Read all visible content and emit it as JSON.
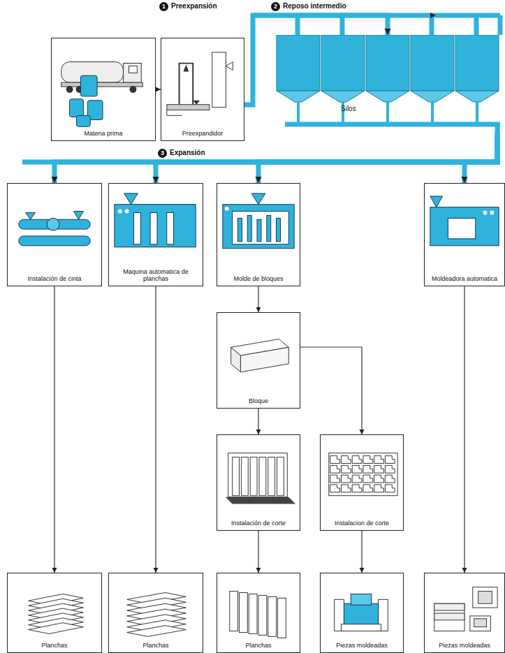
{
  "diagram": {
    "nodes": [
      {
        "text": [
          "Materia prima"
        ]
      },
      {
        "text": [
          "Preexpandidor"
        ]
      },
      {
        "text": [
          "Silos"
        ]
      },
      {
        "text": [
          "Instalación de cinta"
        ]
      },
      {
        "text": [
          "Maquina automatica de planchas"
        ]
      },
      {
        "text": [
          "Molde de bloques"
        ]
      },
      {
        "text": [
          "Moldeadora automatica"
        ]
      },
      {
        "text": [
          "Bloque"
        ]
      },
      {
        "text": [
          "Instalación de corte"
        ]
      },
      {
        "text": [
          "Instalacion de corte"
        ]
      },
      {
        "text": [
          "Planchas"
        ]
      },
      {
        "text": [
          "Planchas"
        ]
      },
      {
        "text": [
          "Planchas"
        ]
      },
      {
        "text": [
          "Piezas moldeadas"
        ]
      },
      {
        "text": [
          "Piezas moldeadas"
        ]
      }
    ],
    "edges": [
      {
        "from": 0,
        "to": 1,
        "arrow": "to"
      },
      {
        "from": 1,
        "to": 2,
        "arrow": "to"
      },
      {
        "from": 2,
        "to": 3,
        "arrow": "to"
      },
      {
        "from": 2,
        "to": 4,
        "arrow": "to"
      },
      {
        "from": 2,
        "to": 5,
        "arrow": "to"
      },
      {
        "from": 2,
        "to": 6,
        "arrow": "to"
      },
      {
        "from": 3,
        "to": 10,
        "arrow": "to"
      },
      {
        "from": 4,
        "to": 11,
        "arrow": "to"
      },
      {
        "from": 5,
        "to": 7,
        "arrow": "to"
      },
      {
        "from": 7,
        "to": 8,
        "arrow": "to"
      },
      {
        "from": 7,
        "to": 9,
        "arrow": "to"
      },
      {
        "from": 8,
        "to": 12,
        "arrow": "to"
      },
      {
        "from": 9,
        "to": 13,
        "arrow": "to"
      },
      {
        "from": 6,
        "to": 14,
        "arrow": "to"
      }
    ],
    "labels": [
      "1",
      "Preexpansión",
      "2",
      "Reposo intermedio",
      "3",
      "Expansión"
    ]
  }
}
